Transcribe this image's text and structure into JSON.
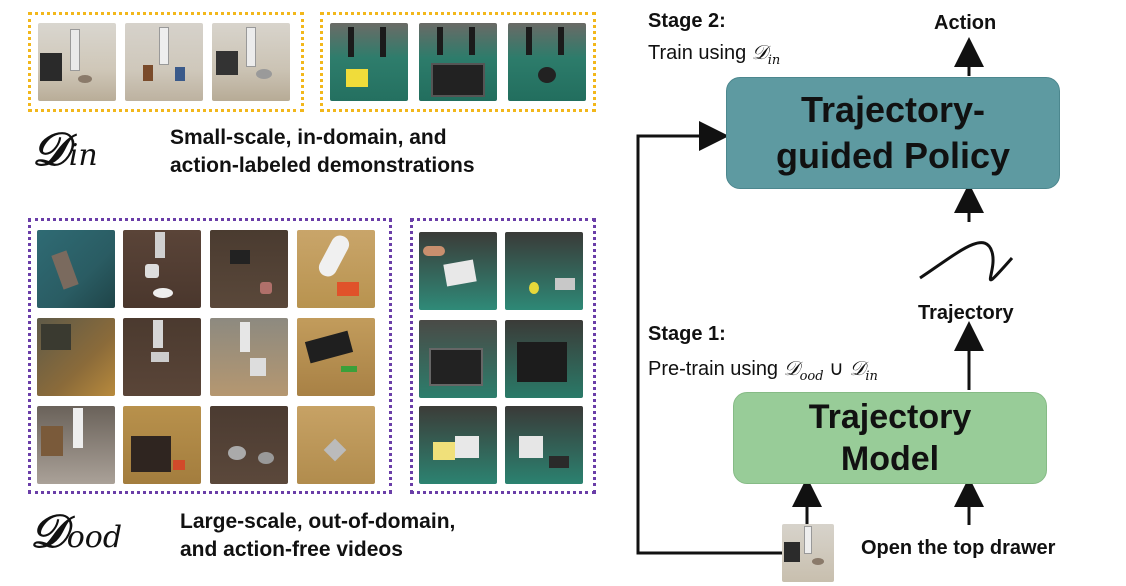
{
  "left": {
    "d_in": {
      "symbol": "𝒟",
      "subscript": "in",
      "caption_line1": "Small-scale, in-domain, and",
      "caption_line2": "action-labeled demonstrations",
      "frame_color": "#f2b71b"
    },
    "d_ood": {
      "symbol": "𝒟",
      "subscript": "ood",
      "caption_line1": "Large-scale, out-of-domain,",
      "caption_line2": "and action-free videos",
      "frame_color": "#6a3ea8"
    }
  },
  "right": {
    "stage2": {
      "title": "Stage 2:",
      "sub_prefix": "Train using ",
      "sub_math": "𝒟",
      "sub_math_sub": "in"
    },
    "stage1": {
      "title": "Stage 1:",
      "sub_prefix": "Pre-train using ",
      "sub_math_a": "𝒟",
      "sub_math_a_sub": "ood",
      "sub_union": " ∪ ",
      "sub_math_b": "𝒟",
      "sub_math_b_sub": "in"
    },
    "policy_node": {
      "label": "Trajectory-\nguided Policy",
      "color": "#5e9aa1"
    },
    "trajectory_model_node": {
      "label": "Trajectory\nModel",
      "color": "#98cc98"
    },
    "action_label": "Action",
    "trajectory_label": "Trajectory",
    "instruction_label": "Open the top drawer"
  }
}
